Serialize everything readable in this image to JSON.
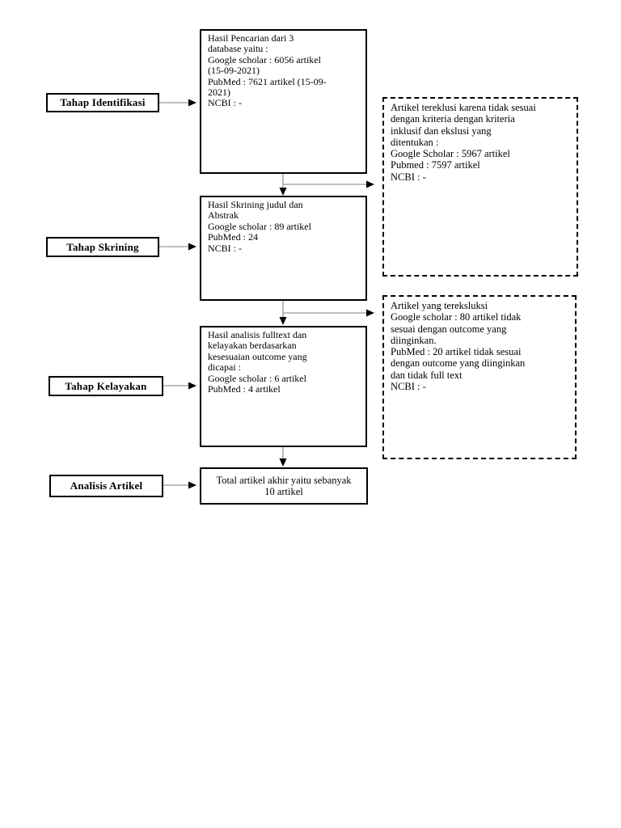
{
  "colors": {
    "background": "#ffffff",
    "box_border": "#000000",
    "connector_line": "#a8a8a8",
    "arrowhead": "#000000",
    "text": "#000000"
  },
  "stages": [
    {
      "label": "Tahap Identifikasi"
    },
    {
      "label": "Tahap Skrining"
    },
    {
      "label": "Tahap Kelayakan"
    },
    {
      "label": "Analisis Artikel"
    }
  ],
  "process_boxes": [
    {
      "lines": [
        "Hasil Pencarian dari 3",
        "database  yaitu :",
        "Google scholar : 6056 artikel",
        "(15-09-2021)",
        "PubMed : 7621 artikel (15-09-",
        "2021)",
        "NCBI : -"
      ]
    },
    {
      "lines": [
        "Hasil Skrining judul dan",
        "Abstrak",
        "Google scholar : 89 artikel",
        "PubMed : 24",
        "NCBI : -"
      ]
    },
    {
      "lines": [
        "Hasil analisis fulltext dan",
        "kelayakan berdasarkan",
        "kesesuaian outcome yang",
        "dicapai :",
        "Google scholar : 6 artikel",
        "PubMed : 4 artikel"
      ]
    },
    {
      "lines": [
        "Total artikel akhir yaitu sebanyak",
        "10 artikel"
      ]
    }
  ],
  "exclusion_boxes": [
    {
      "lines": [
        "Artikel tereklusi karena tidak sesuai",
        "dengan kriteria dengan kriteria",
        "inklusif dan ekslusi yang",
        "ditentukan :",
        "Google Scholar : 5967 artikel",
        "Pubmed : 7597 artikel",
        "NCBI : -"
      ]
    },
    {
      "lines": [
        "Artikel yang tereksluksi",
        "Google scholar : 80 artikel tidak",
        "sesuai dengan outcome yang",
        "diinginkan.",
        "PubMed : 20 artikel tidak sesuai",
        "dengan outcome yang diinginkan",
        "dan tidak full text",
        "NCBI : -"
      ]
    }
  ]
}
